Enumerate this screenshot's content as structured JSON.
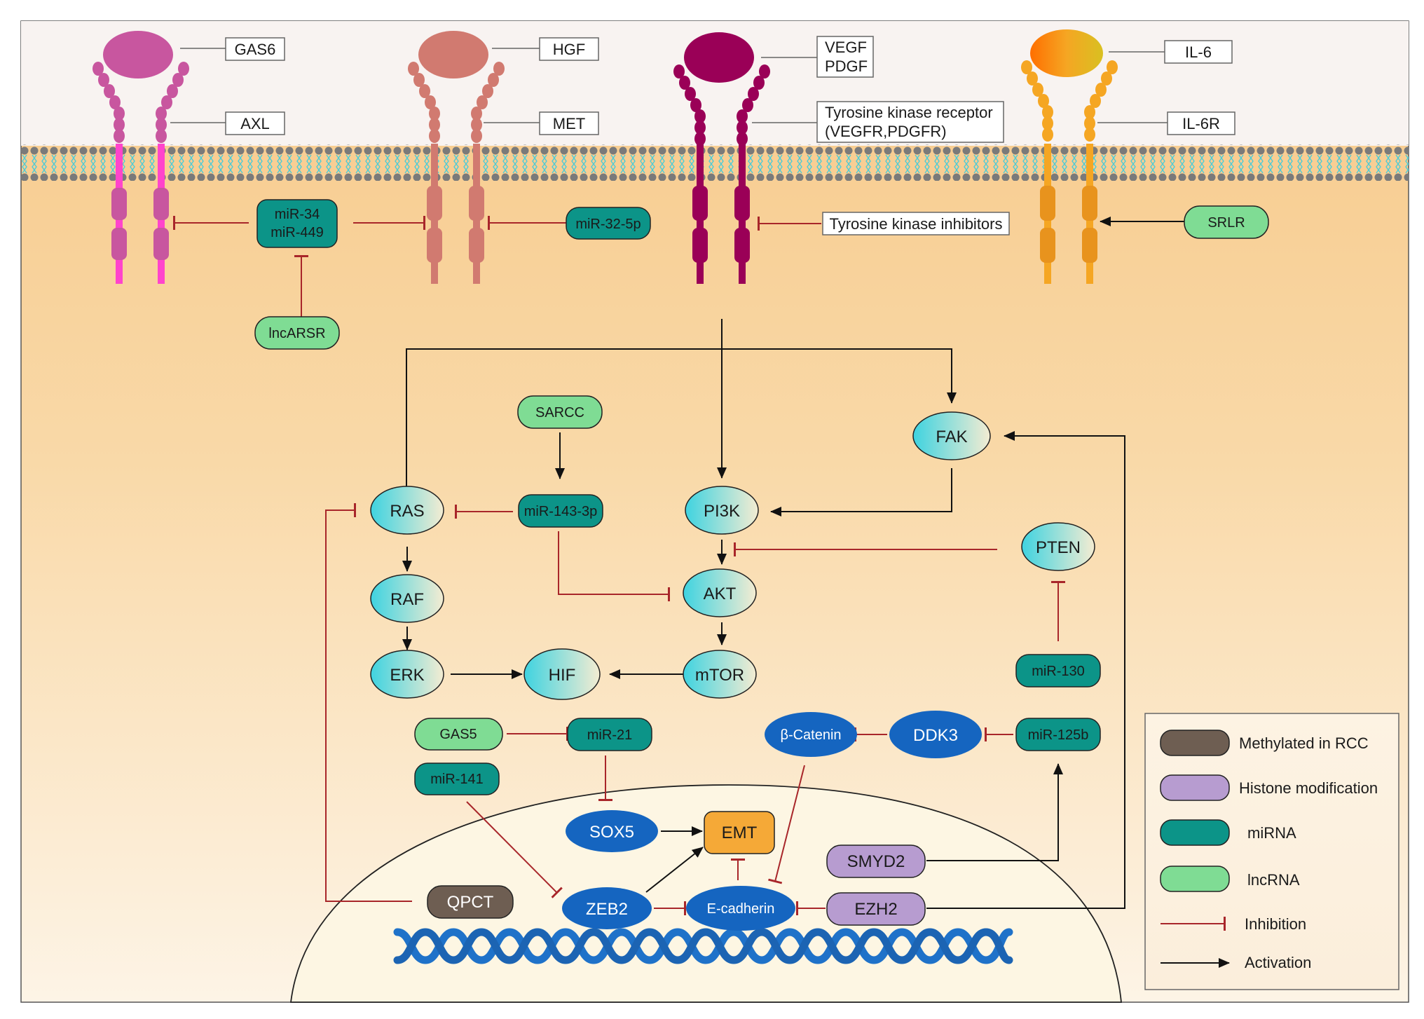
{
  "ligands": {
    "gas6": "GAS6",
    "hgf": "HGF",
    "vegf_pdgf": [
      "VEGF",
      "PDGF"
    ],
    "il6": "IL-6"
  },
  "receptors": {
    "axl": "AXL",
    "met": "MET",
    "tkr": [
      "Tyrosine kinase receptor",
      "(VEGFR,PDGFR)"
    ],
    "il6r": "IL-6R"
  },
  "membrane_regulators": {
    "mir34_449": [
      "miR-34",
      "miR-449"
    ],
    "mir32": "miR-32-5p",
    "tki": "Tyrosine kinase inhibitors",
    "srlr": "SRLR",
    "lncarsr": "lncARSR"
  },
  "pathway": {
    "sarcc": "SARCC",
    "mir143": "miR-143-3p",
    "fak": "FAK",
    "ras": "RAS",
    "pi3k": "PI3K",
    "pten": "PTEN",
    "raf": "RAF",
    "akt": "AKT",
    "erk": "ERK",
    "hif": "HIF",
    "mtor": "mTOR",
    "mir130": "miR-130"
  },
  "nuclear": {
    "gas5": "GAS5",
    "mir21": "miR-21",
    "mir141": "miR-141",
    "bcatenin": "β-Catenin",
    "ddk3": "DDK3",
    "mir125b": "miR-125b",
    "sox5": "SOX5",
    "emt": "EMT",
    "smyd2": "SMYD2",
    "qpct": "QPCT",
    "zeb2": "ZEB2",
    "ecadherin": "E-cadherin",
    "ezh2": "EZH2"
  },
  "legend": {
    "methylated": "Methylated in RCC",
    "histone": "Histone modification",
    "mirna": "miRNA",
    "lncrna": "lncRNA",
    "inhibition": "Inhibition",
    "activation": "Activation"
  },
  "colors": {
    "mirna": "#0c9488",
    "lncrna": "#7fdc94",
    "methylated": "#6e5e52",
    "histone": "#b79cd0",
    "inhibition": "#a8262a",
    "activation": "#111111"
  }
}
